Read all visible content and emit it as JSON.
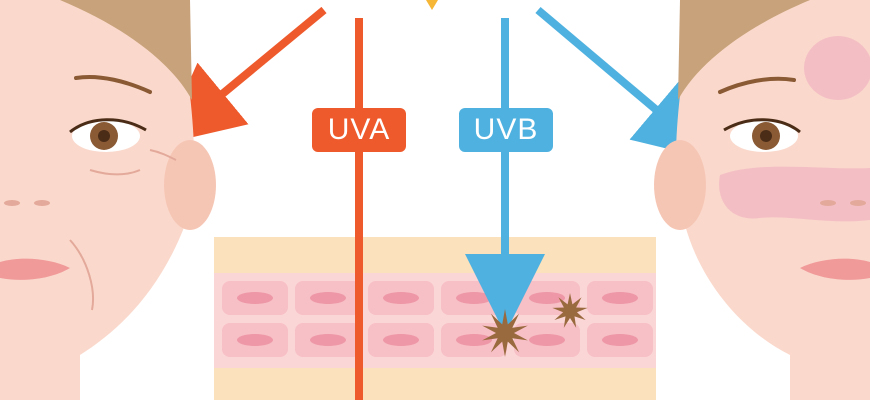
{
  "labels": {
    "uva": "UVA",
    "uvb": "UVB"
  },
  "colors": {
    "uva": "#EE5A2C",
    "uvb": "#4FB1DF",
    "sun": "#F6B636",
    "skin_face": "#FAD9CC",
    "skin_face_shadow": "#F6C6B5",
    "hair": "#C8A27A",
    "epidermis_outer": "#FBE2BD",
    "dermis_layer": "#FBD6D6",
    "cell": "#F7BFC6",
    "cell_nucleus": "#EE97A6",
    "damage_star": "#9A6A3F",
    "lips": "#F19A9A",
    "eye_iris": "#8A5A35",
    "age_spot": "#F4BFC4"
  },
  "icons": {
    "sun": "sun-icon",
    "damage": "damage-star-icon",
    "left_face": "aged-face-illustration",
    "right_face": "spotted-face-illustration"
  }
}
